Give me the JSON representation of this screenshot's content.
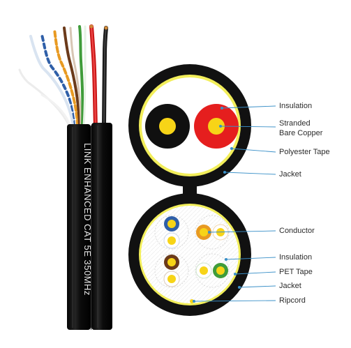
{
  "cable_print": "LINK ENHANCED CAT 5E 350MHz",
  "labels": {
    "insulation_top": "Insulation",
    "stranded_bare_copper": "Stranded Bare Copper",
    "polyester_tape": "Polyester Tape",
    "jacket_top": "Jacket",
    "conductor": "Conductor",
    "insulation_bottom": "Insulation",
    "pet_tape": "PET Tape",
    "jacket_bottom": "Jacket",
    "ripcord": "Ripcord"
  },
  "colors": {
    "jacket": "#111111",
    "tape": "#f2ee5a",
    "leader_line": "#3a90c8",
    "power_red": "#e51e1e",
    "copper": "#f7d417",
    "pair_blue": "#2f5fa8",
    "pair_orange": "#e89a22",
    "pair_brown": "#6b3a1a",
    "pair_green": "#3f9c3a"
  }
}
